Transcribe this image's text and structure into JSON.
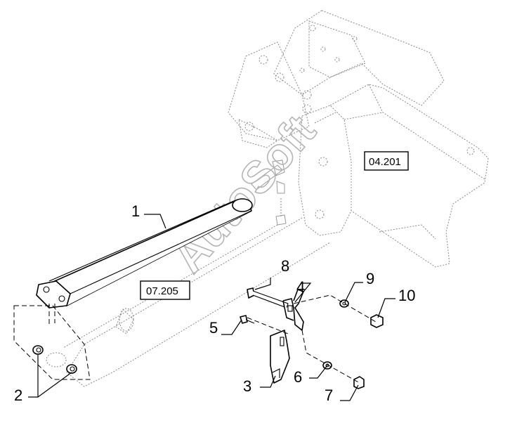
{
  "figure": {
    "callouts": [
      "1",
      "2",
      "3",
      "4",
      "5",
      "6",
      "7",
      "8",
      "9",
      "10"
    ],
    "references": [
      "04.201",
      "07.205"
    ],
    "watermark": "AutoSoft"
  }
}
